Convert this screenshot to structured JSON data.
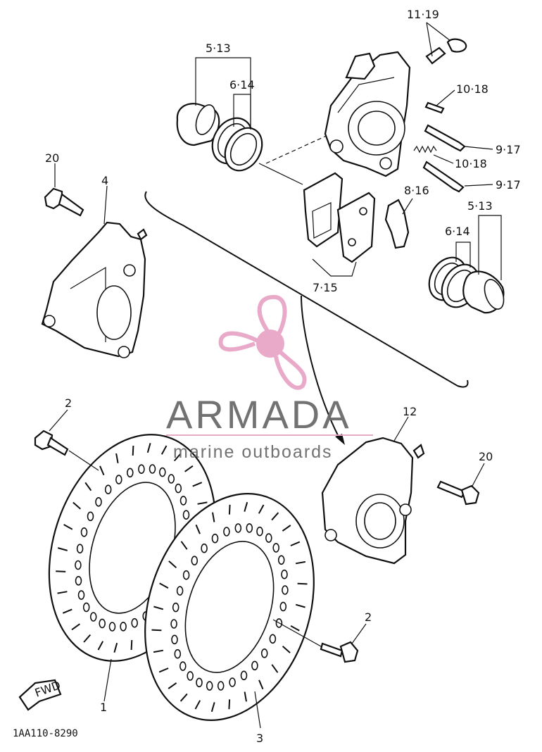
{
  "diagram": {
    "labels": {
      "p11_19": "11·19",
      "p10_18_a": "10·18",
      "p10_18_b": "10·18",
      "p9_17_a": "9·17",
      "p9_17_b": "9·17",
      "p5_13_left": "5·13",
      "p6_14_left": "6·14",
      "p5_13_right": "5·13",
      "p6_14_right": "6·14",
      "p8_16": "8·16",
      "p7_15": "7·15",
      "p20_left": "20",
      "p20_right": "20",
      "p4": "4",
      "p12": "12",
      "p2_left": "2",
      "p2_right": "2",
      "p1": "1",
      "p3": "3"
    },
    "fwd_label": "FWD",
    "diagram_code": "1AA110-8290"
  },
  "watermark": {
    "title": "ARMADA",
    "subtitle": "marine outboards",
    "color": "#e8a6c8",
    "text_color": "#6b6b6b"
  }
}
